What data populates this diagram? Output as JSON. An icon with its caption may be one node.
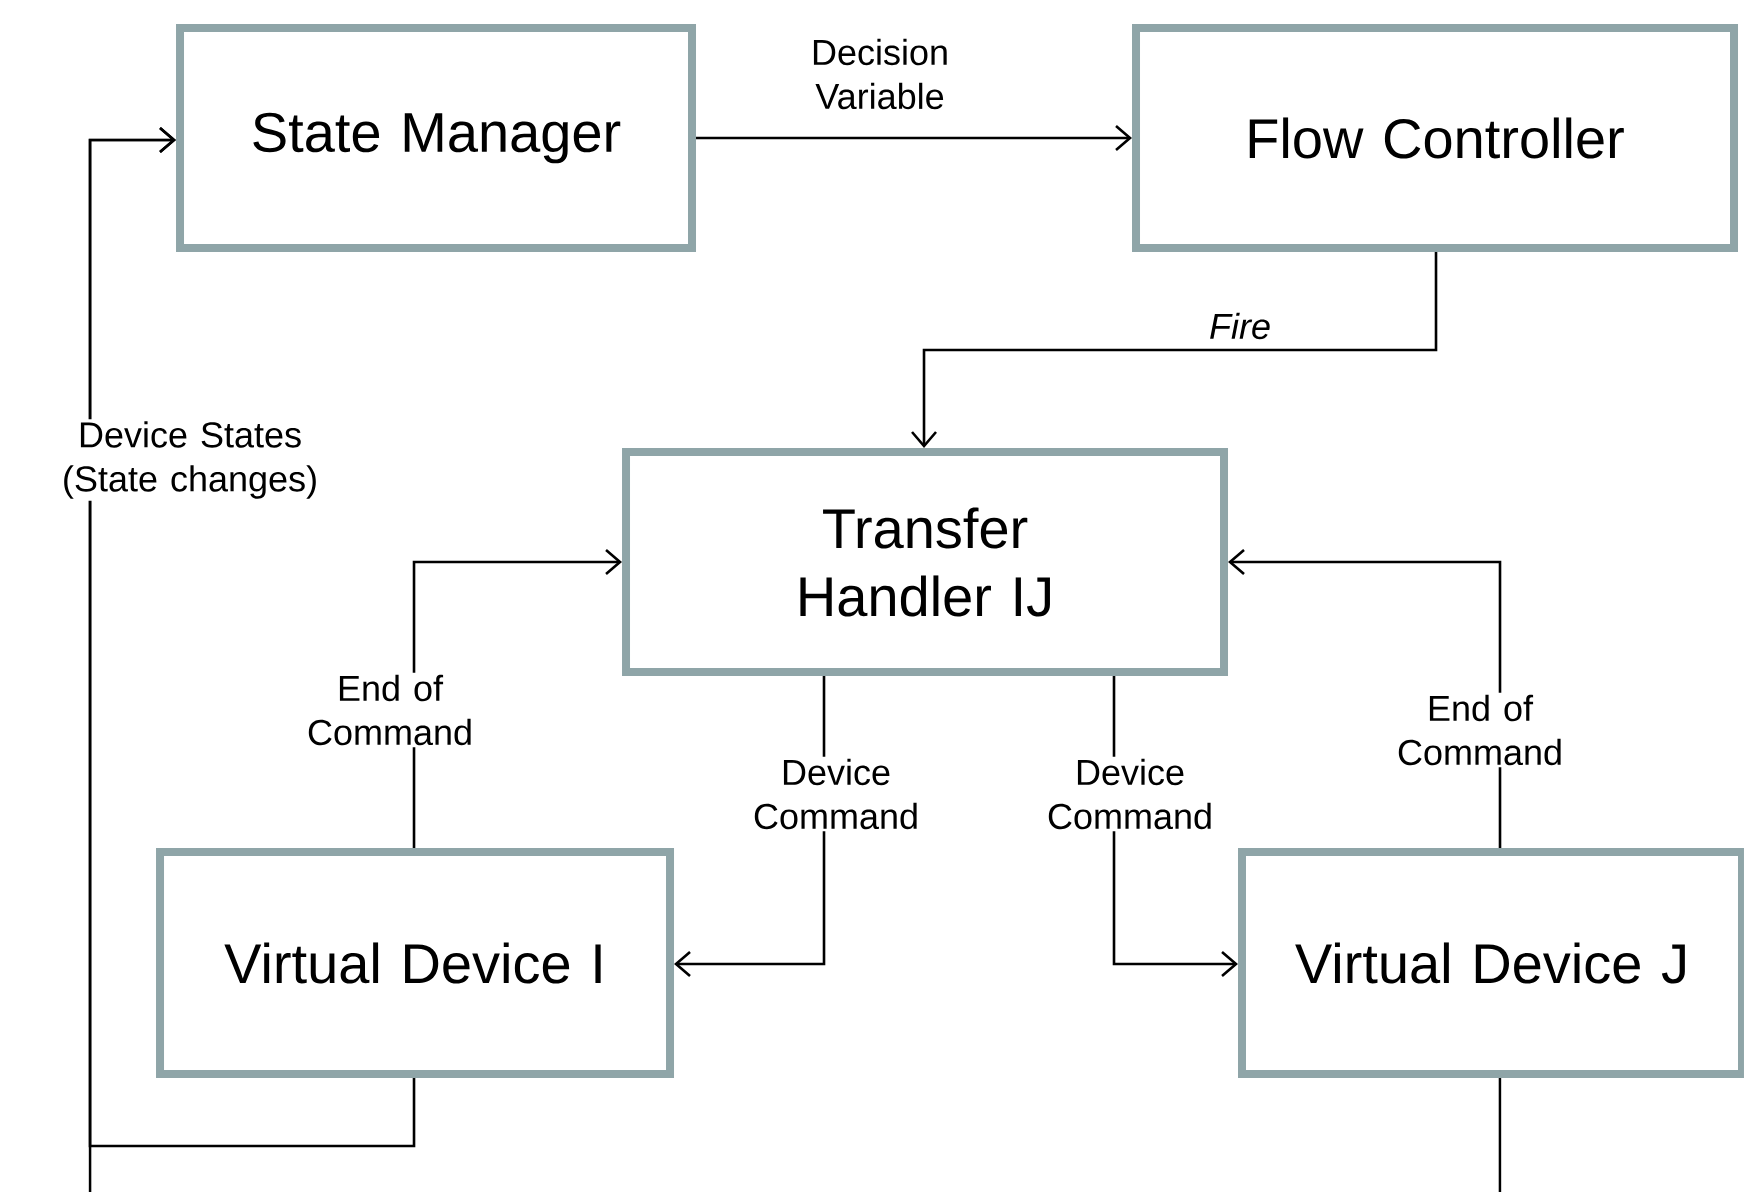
{
  "diagram": {
    "nodes": [
      {
        "text": [
          "State Manager"
        ]
      },
      {
        "text": [
          "Flow Controller"
        ]
      },
      {
        "text": [
          "Transfer Handler IJ"
        ]
      },
      {
        "text": [
          "Virtual Device I"
        ]
      },
      {
        "text": [
          "Virtual Device J"
        ]
      }
    ],
    "edges": [
      {
        "from": 0,
        "to": 1,
        "arrow": "to",
        "label": "Decision Variable"
      },
      {
        "from": 1,
        "to": 2,
        "arrow": "to",
        "label": "Fire"
      },
      {
        "from": 3,
        "to": 2,
        "arrow": "to",
        "label": "End of Command"
      },
      {
        "from": 4,
        "to": 2,
        "arrow": "to",
        "label": "End of Command"
      },
      {
        "from": 2,
        "to": 3,
        "arrow": "to",
        "label": "Device Command"
      },
      {
        "from": 2,
        "to": 4,
        "arrow": "to",
        "label": "Device Command"
      },
      {
        "from": 3,
        "to": 0,
        "arrow": "to",
        "label": "Device States (State changes)"
      },
      {
        "from": 4,
        "to": null,
        "arrow": "none"
      },
      {
        "from": null,
        "to": 0,
        "arrow": "to"
      }
    ]
  }
}
